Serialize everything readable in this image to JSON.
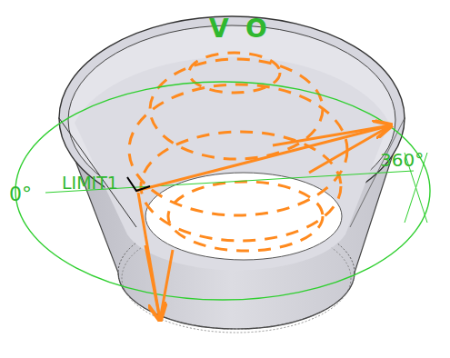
{
  "diagram": {
    "labels": [
      "V",
      "O",
      "0°",
      "LIMIT1",
      "360°"
    ]
  }
}
